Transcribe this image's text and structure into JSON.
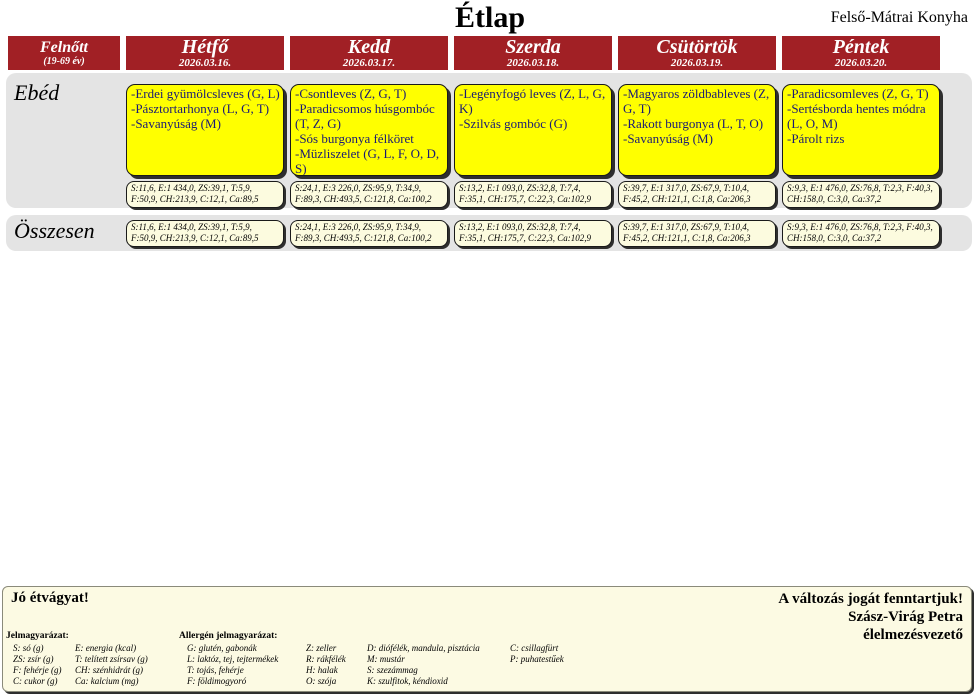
{
  "title": "Étlap",
  "kitchen": "Felső-Mátrai Konyha",
  "category": {
    "name": "Felnőtt",
    "age": "(19-69 év)"
  },
  "row_labels": {
    "lunch": "Ebéd",
    "total": "Összesen"
  },
  "days": [
    {
      "name": "Hétfő",
      "date": "2026.03.16.",
      "menu": [
        "-Erdei gyümölcsleves (G, L)",
        "-Pásztortarhonya  (L, G, T)",
        "-Savanyúság (M)"
      ],
      "nutrition": "S:11,6, E:1 434,0, ZS:39,1, T:5,9, F:50,9, CH:213,9, C:12,1, Ca:89,5"
    },
    {
      "name": "Kedd",
      "date": "2026.03.17.",
      "menu": [
        "-Csontleves (Z, G, T)",
        "-Paradicsomos húsgombóc (T, Z, G)",
        "-Sós burgonya félköret",
        "-Müzliszelet  (G, L, F, O, D, S)"
      ],
      "nutrition": "S:24,1, E:3 226,0, ZS:95,9, T:34,9, F:89,3, CH:493,5, C:121,8, Ca:100,2"
    },
    {
      "name": "Szerda",
      "date": "2026.03.18.",
      "menu": [
        "-Legényfogó leves (Z, L, G, K)",
        "-Szilvás gombóc  (G)"
      ],
      "nutrition": "S:13,2, E:1 093,0, ZS:32,8, T:7,4, F:35,1, CH:175,7, C:22,3, Ca:102,9"
    },
    {
      "name": "Csütörtök",
      "date": "2026.03.19.",
      "menu": [
        "-Magyaros zöldbableves (Z, G, T)",
        "-Rakott burgonya  (L, T, O)",
        "-Savanyúság (M)"
      ],
      "nutrition": "S:39,7, E:1 317,0, ZS:67,9, T:10,4, F:45,2, CH:121,1, C:1,8, Ca:206,3"
    },
    {
      "name": "Péntek",
      "date": "2026.03.20.",
      "menu": [
        "-Paradicsomleves (Z, G, T)",
        "-Sertésborda hentes módra (L, O, M)",
        "-Párolt rizs"
      ],
      "nutrition": "S:9,3, E:1 476,0, ZS:76,8, T:2,3, F:40,3, CH:158,0, C:3,0, Ca:37,2"
    }
  ],
  "totals": [
    "S:11,6, E:1 434,0, ZS:39,1, T:5,9, F:50,9, CH:213,9, C:12,1, Ca:89,5",
    "S:24,1, E:3 226,0, ZS:95,9, T:34,9, F:89,3, CH:493,5, C:121,8, Ca:100,2",
    "S:13,2, E:1 093,0, ZS:32,8, T:7,4, F:35,1, CH:175,7, C:22,3, Ca:102,9",
    "S:39,7, E:1 317,0, ZS:67,9, T:10,4, F:45,2, CH:121,1, C:1,8, Ca:206,3",
    "S:9,3, E:1 476,0, ZS:76,8, T:2,3, F:40,3, CH:158,0, C:3,0, Ca:37,2"
  ],
  "footer": {
    "greeting": "Jó étvágyat!",
    "rights": [
      "A változás jogát fenntartjuk!",
      "Szász-Virág Petra",
      "élelmezésvezető"
    ],
    "legend_title": "Jelmagyarázat:",
    "allergen_title": "Allergén jelmagyarázat:",
    "legend_col_a": [
      "S: só (g)",
      "ZS: zsír (g)",
      "F: fehérje (g)",
      "C: cukor (g)"
    ],
    "legend_col_b": [
      "E: energia (kcal)",
      "T: telített zsírsav (g)",
      "CH: szénhidrát (g)",
      "Ca: kalcium (mg)"
    ],
    "allergen_col_a": [
      "G: glutén, gabonák",
      "L: laktóz, tej, tejtermékek",
      "T: tojás, fehérje",
      "F: földimogyoró"
    ],
    "allergen_col_b": [
      "Z: zeller",
      "R: rákfélék",
      "H: halak",
      "O: szója"
    ],
    "allergen_col_c": [
      "D: diófélék, mandula, pisztácia",
      "M: mustár",
      "S: szezámmag",
      "K: szulfitok, kéndioxid"
    ],
    "allergen_col_d": [
      "C: csillagfürt",
      "P: puhatestűek"
    ]
  },
  "colors": {
    "header_red": "#A12025",
    "band_gray": "#E4E4E4",
    "menu_yellow": "#FFFF00",
    "card_cream": "#FCFBDF",
    "footer_cream": "#FCFAE3",
    "menu_text": "#1A1A75"
  }
}
